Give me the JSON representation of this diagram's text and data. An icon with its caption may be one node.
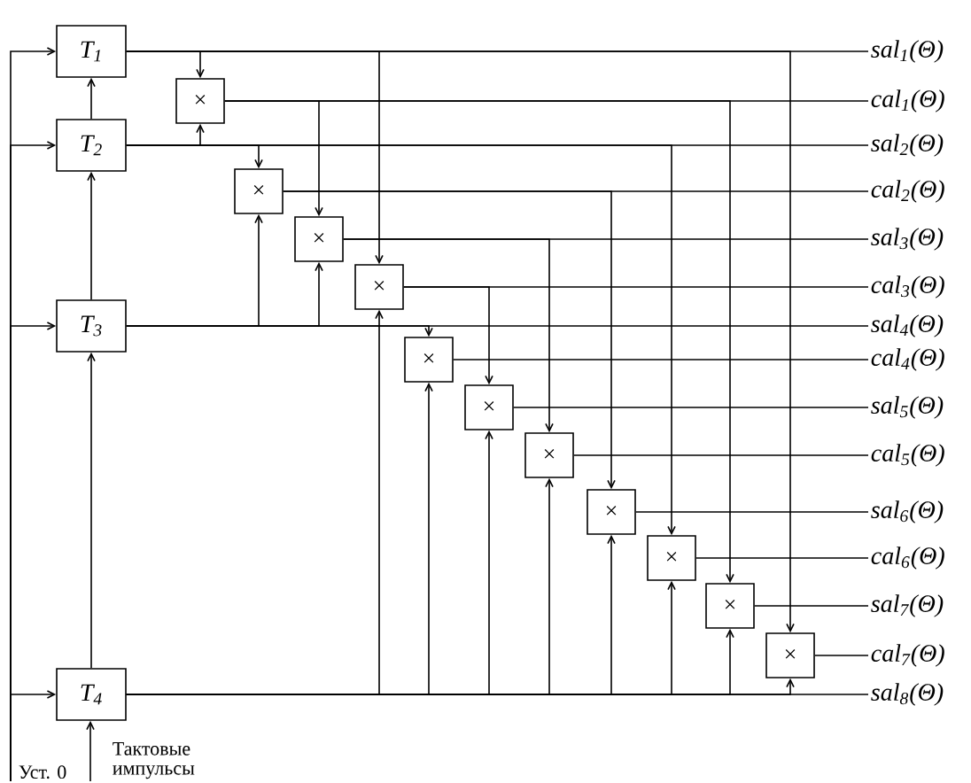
{
  "diagram": {
    "nodes": [
      {
        "text": [
          "T$_{1}$"
        ]
      },
      {
        "text": [
          "T$_{2}$"
        ]
      },
      {
        "text": [
          "T$_{3}$"
        ]
      },
      {
        "text": [
          "T$_{4}$"
        ]
      },
      {
        "text": [
          "×"
        ]
      },
      {
        "text": [
          "×"
        ]
      },
      {
        "text": [
          "×"
        ]
      },
      {
        "text": [
          "×"
        ]
      },
      {
        "text": [
          "×"
        ]
      },
      {
        "text": [
          "×"
        ]
      },
      {
        "text": [
          "×"
        ]
      },
      {
        "text": [
          "×"
        ]
      },
      {
        "text": [
          "×"
        ]
      },
      {
        "text": [
          "×"
        ]
      },
      {
        "text": [
          "×"
        ]
      },
      {
        "text": [
          "sal$_{1}$(Θ)"
        ]
      },
      {
        "text": [
          "cal$_{1}$(Θ)"
        ]
      },
      {
        "text": [
          "sal$_{2}$(Θ)"
        ]
      },
      {
        "text": [
          "cal$_{2}$(Θ)"
        ]
      },
      {
        "text": [
          "sal$_{3}$(Θ)"
        ]
      },
      {
        "text": [
          "cal$_{3}$(Θ)"
        ]
      },
      {
        "text": [
          "sal$_{4}$(Θ)"
        ]
      },
      {
        "text": [
          "cal$_{4}$(Θ)"
        ]
      },
      {
        "text": [
          "sal$_{5}$(Θ)"
        ]
      },
      {
        "text": [
          "cal$_{5}$(Θ)"
        ]
      },
      {
        "text": [
          "sal$_{6}$(Θ)"
        ]
      },
      {
        "text": [
          "cal$_{6}$(Θ)"
        ]
      },
      {
        "text": [
          "sal$_{7}$(Θ)"
        ]
      },
      {
        "text": [
          "cal$_{7}$(Θ)"
        ]
      },
      {
        "text": [
          "sal$_{8}$(Θ)"
        ]
      },
      {
        "text": [
          "Уст. 0"
        ]
      },
      {
        "text": [
          "Тактовые импульсы"
        ]
      }
    ],
    "edges": [
      {
        "from": 1,
        "to": 0,
        "arrow": "to"
      },
      {
        "from": 2,
        "to": 1,
        "arrow": "to"
      },
      {
        "from": 3,
        "to": 2,
        "arrow": "to"
      },
      {
        "from": 30,
        "to": 0,
        "arrow": "to"
      },
      {
        "from": 30,
        "to": 1,
        "arrow": "to"
      },
      {
        "from": 30,
        "to": 2,
        "arrow": "to"
      },
      {
        "from": 30,
        "to": 3,
        "arrow": "to"
      },
      {
        "from": 31,
        "to": 3,
        "arrow": "to"
      },
      {
        "from": 0,
        "to": 15,
        "arrow": "none"
      },
      {
        "from": 4,
        "to": 16,
        "arrow": "none"
      },
      {
        "from": 1,
        "to": 17,
        "arrow": "none"
      },
      {
        "from": 5,
        "to": 18,
        "arrow": "none"
      },
      {
        "from": 6,
        "to": 19,
        "arrow": "none"
      },
      {
        "from": 7,
        "to": 20,
        "arrow": "none"
      },
      {
        "from": 2,
        "to": 21,
        "arrow": "none"
      },
      {
        "from": 8,
        "to": 22,
        "arrow": "none"
      },
      {
        "from": 9,
        "to": 23,
        "arrow": "none"
      },
      {
        "from": 10,
        "to": 24,
        "arrow": "none"
      },
      {
        "from": 11,
        "to": 25,
        "arrow": "none"
      },
      {
        "from": 12,
        "to": 26,
        "arrow": "none"
      },
      {
        "from": 13,
        "to": 27,
        "arrow": "none"
      },
      {
        "from": 14,
        "to": 28,
        "arrow": "none"
      },
      {
        "from": 3,
        "to": 29,
        "arrow": "none"
      },
      {
        "from": 0,
        "to": 4,
        "arrow": "to"
      },
      {
        "from": 1,
        "to": 4,
        "arrow": "to"
      },
      {
        "from": 1,
        "to": 5,
        "arrow": "to"
      },
      {
        "from": 2,
        "to": 5,
        "arrow": "to"
      },
      {
        "from": 4,
        "to": 6,
        "arrow": "to"
      },
      {
        "from": 2,
        "to": 6,
        "arrow": "to"
      },
      {
        "from": 0,
        "to": 7,
        "arrow": "to"
      },
      {
        "from": 3,
        "to": 7,
        "arrow": "to"
      },
      {
        "from": 2,
        "to": 8,
        "arrow": "to"
      },
      {
        "from": 3,
        "to": 8,
        "arrow": "to"
      },
      {
        "from": 7,
        "to": 9,
        "arrow": "to"
      },
      {
        "from": 3,
        "to": 9,
        "arrow": "to"
      },
      {
        "from": 6,
        "to": 10,
        "arrow": "to"
      },
      {
        "from": 3,
        "to": 10,
        "arrow": "to"
      },
      {
        "from": 5,
        "to": 11,
        "arrow": "to"
      },
      {
        "from": 3,
        "to": 11,
        "arrow": "to"
      },
      {
        "from": 1,
        "to": 12,
        "arrow": "to"
      },
      {
        "from": 3,
        "to": 12,
        "arrow": "to"
      },
      {
        "from": 4,
        "to": 13,
        "arrow": "to"
      },
      {
        "from": 3,
        "to": 13,
        "arrow": "to"
      },
      {
        "from": 0,
        "to": 14,
        "arrow": "to"
      },
      {
        "from": 3,
        "to": 14,
        "arrow": "to"
      }
    ]
  }
}
